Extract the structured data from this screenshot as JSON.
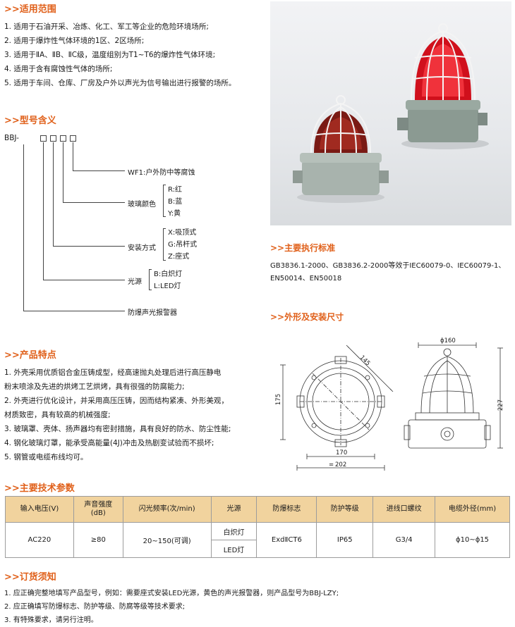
{
  "scope": {
    "title": ">>适用范围",
    "items": [
      "1. 适用于石油开采、冶炼、化工、军工等企业的危险环境场所;",
      "2. 适用于爆炸性气体环境的1区、2区场所;",
      "3. 适用于ⅡA、ⅡB、ⅡC级，温度组别为T1~T6的爆炸性气体环境;",
      "4. 适用于含有腐蚀性气体的场所;",
      "5. 适用于车间、仓库、厂房及户外以声光为信号输出进行报警的场所。"
    ]
  },
  "model": {
    "title": ">>型号含义",
    "code": "BBJ-",
    "wf": "WF1:户外防中等腐蚀",
    "glass_label": "玻璃颜色",
    "glass_options": [
      "R:红",
      "B:蓝",
      "Y:黄"
    ],
    "mount_label": "安装方式",
    "mount_options": [
      "X:吸顶式",
      "G:吊杆式",
      "Z:座式"
    ],
    "light_label": "光源",
    "light_options": [
      "B:白炽灯",
      "L:LED灯"
    ],
    "product_name": "防爆声光报警器"
  },
  "standards": {
    "title": ">>主要执行标准",
    "lines": [
      "GB3836.1-2000、GB3836.2-2000等效于IEC60079-0、IEC60079-1、",
      "EN50014、EN50018"
    ]
  },
  "dimensions": {
    "title": ">>外形及安装尺寸",
    "labels": {
      "d145": "145",
      "h175": "175",
      "w170": "170",
      "w202": "202",
      "phi202_prefix": "=",
      "d160": "ϕ160",
      "h227": "227"
    }
  },
  "features": {
    "title": ">>产品特点",
    "items": [
      "1. 外壳采用优质铝合金压铸成型，经高速抛丸处理后进行高压静电",
      "    粉末喷涂及先进的烘烤工艺烘烤，具有很强的防腐能力;",
      "2. 外壳进行优化设计，并采用高压压铸，因而结构紧凑、外形美观，",
      "    材质致密，具有较高的机械强度;",
      "3. 玻璃罩、壳体、扬声器均有密封措施，具有良好的防水、防尘性能;",
      "4. 钢化玻璃灯罩，能承受高能量(4J)冲击及热剧变试验而不损坏;",
      "5. 钢管或电缆布线均可。"
    ]
  },
  "params": {
    "title": ">>主要技术参数",
    "headers": [
      "输入电压(V)",
      "声音强度\n(dB)",
      "闪光频率(次/min)",
      "光源",
      "防爆标志",
      "防护等级",
      "进线口螺纹",
      "电缆外径(mm)"
    ],
    "row": {
      "voltage": "AC220",
      "sound": "≥80",
      "flash": "20~150(可调)",
      "light1": "白炽灯",
      "light2": "LED灯",
      "ex": "ExdⅡCT6",
      "ip": "IP65",
      "thread": "G3/4",
      "cable": "ϕ10~ϕ15"
    }
  },
  "order": {
    "title": ">>订货须知",
    "items": [
      "1. 应正确完整地填写产品型号，例如：需要座式安装LED光源，黄色的声光报警器，则产品型号为BBJ-LZY;",
      "2. 应正确填写防爆标志、防护等级、防腐等级等技术要求;",
      "3. 有特殊要求，请另行注明。"
    ]
  },
  "colors": {
    "accent": "#e0601a",
    "table_header": "#f1d39e"
  }
}
